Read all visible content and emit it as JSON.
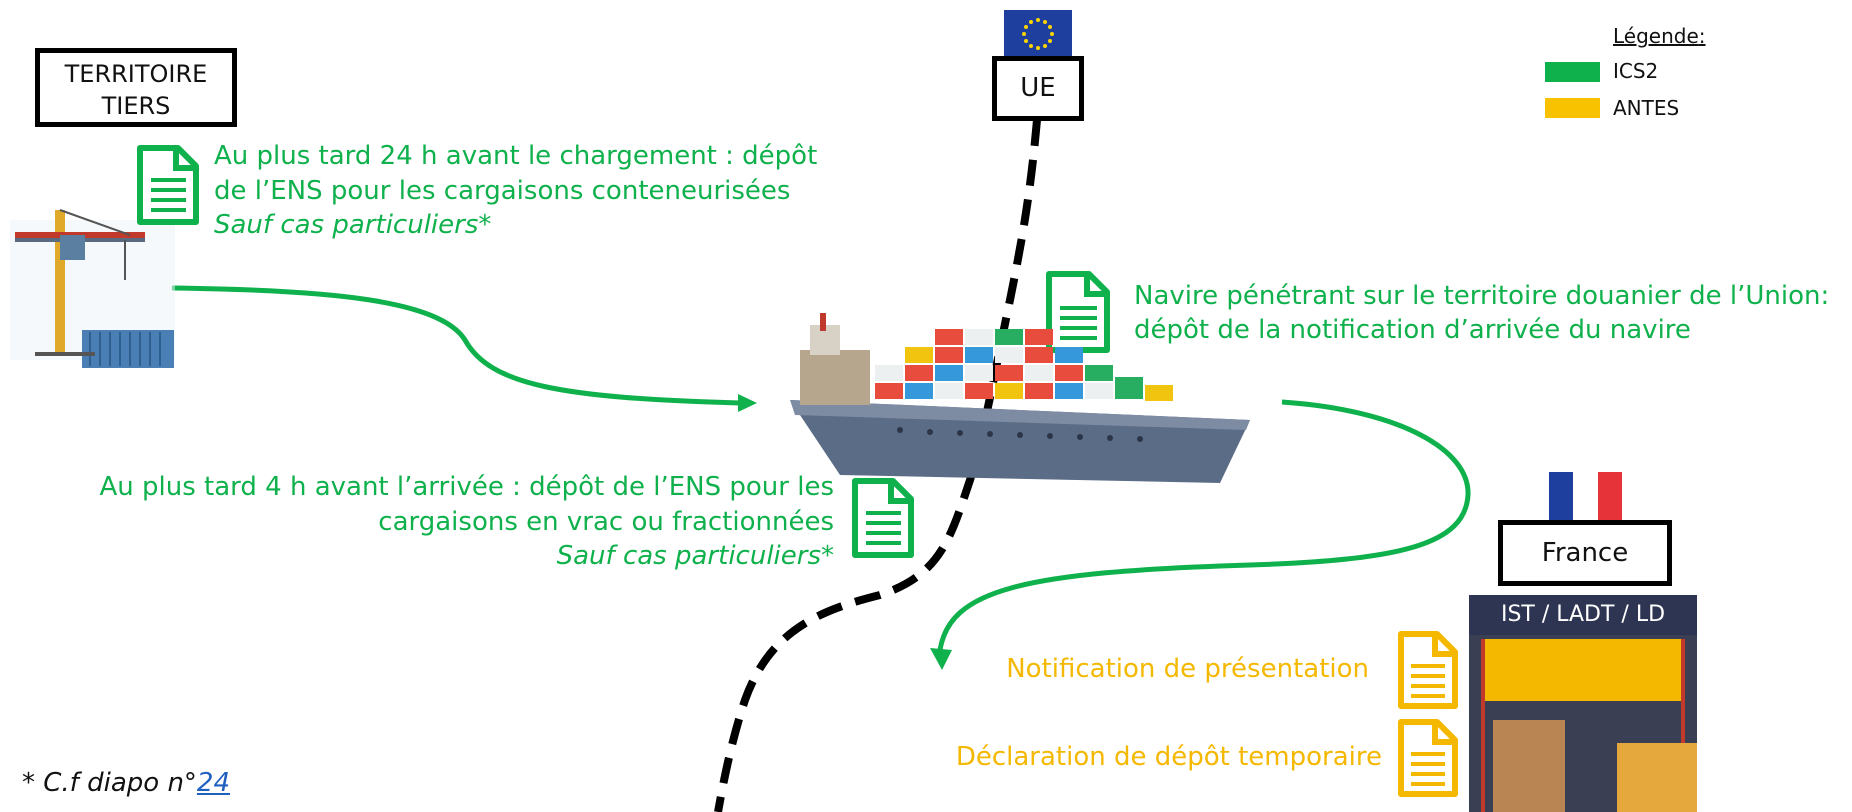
{
  "regions": {
    "third_territory": "TERRITOIRE\nTIERS",
    "eu": "UE",
    "france": "France",
    "facility": "IST / LADT / LD"
  },
  "legend": {
    "title": "Légende",
    "items": [
      {
        "label": "ICS2",
        "color": "#0fb14c"
      },
      {
        "label": "ANTES",
        "color": "#f9c200"
      }
    ]
  },
  "steps": {
    "ens_container": {
      "line1": "Au plus tard 24 h avant le chargement : dépôt",
      "line2": "de l’ENS pour les cargaisons conteneurisées",
      "note": "Sauf cas particuliers*"
    },
    "ens_bulk": {
      "line1": "Au plus tard 4 h avant l’arrivée : dépôt de l’ENS pour les",
      "line2": "cargaisons en vrac ou fractionnées",
      "note": "Sauf cas particuliers*"
    },
    "arrival": {
      "line1": "Navire pénétrant sur le territoire douanier de l’Union:",
      "line2": "dépôt de la notification d’arrivée du navire"
    },
    "presentation": "Notification de présentation",
    "temp_storage": "Déclaration de dépôt temporaire"
  },
  "footnote": {
    "prefix": "* C.f diapo n°",
    "link": "24"
  },
  "icons": [
    "document-icon",
    "crane-icon",
    "ship-icon",
    "eu-flag-icon",
    "france-flag-icon",
    "warehouse-icon"
  ]
}
